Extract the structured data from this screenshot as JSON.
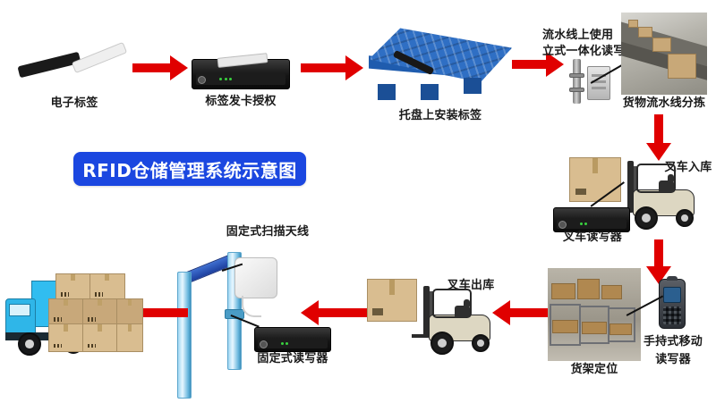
{
  "title": {
    "text": "RFID仓储管理系统示意图"
  },
  "colors": {
    "arrow": "#e00000",
    "banner_bg": "#1b47e0",
    "banner_text": "#ffffff",
    "pallet_blue": "#2f6fc4",
    "truck_blue": "#2fb6e8"
  },
  "nodes": {
    "electronic_tag": {
      "label": "电子标签"
    },
    "tag_issuing": {
      "label": "标签发卡授权"
    },
    "pallet_tagging": {
      "label": "托盘上安装标签"
    },
    "line_reader": {
      "label": "流水线上使用\n立式一体化读写器",
      "line1": "流水线上使用",
      "line2": "立式一体化读写器"
    },
    "conveyor_sorting": {
      "label": "货物流水线分拣"
    },
    "forklift_inbound": {
      "label": "叉车入库"
    },
    "forklift_reader": {
      "label": "叉车读写器"
    },
    "handheld_reader": {
      "label": "手持式移动\n读写器",
      "line1": "手持式移动",
      "line2": "读写器"
    },
    "shelf_positioning": {
      "label": "货架定位"
    },
    "forklift_outbound": {
      "label": "叉车出库"
    },
    "fixed_antenna": {
      "label": "固定式扫描天线"
    },
    "fixed_reader": {
      "label": "固定式读写器"
    },
    "truck_shipping": {
      "label": ""
    }
  },
  "arrows": [
    {
      "name": "arrow-tag-to-issuer",
      "direction": "right"
    },
    {
      "name": "arrow-issuer-to-pallet",
      "direction": "right"
    },
    {
      "name": "arrow-pallet-to-line-reader",
      "direction": "right"
    },
    {
      "name": "arrow-conveyor-to-forklift-inbound",
      "direction": "down"
    },
    {
      "name": "arrow-forklift-inbound-to-shelf",
      "direction": "down"
    },
    {
      "name": "arrow-shelf-to-forklift-outbound",
      "direction": "left"
    },
    {
      "name": "arrow-forklift-outbound-to-gate",
      "direction": "left"
    },
    {
      "name": "arrow-gate-to-truck",
      "direction": "left"
    }
  ]
}
